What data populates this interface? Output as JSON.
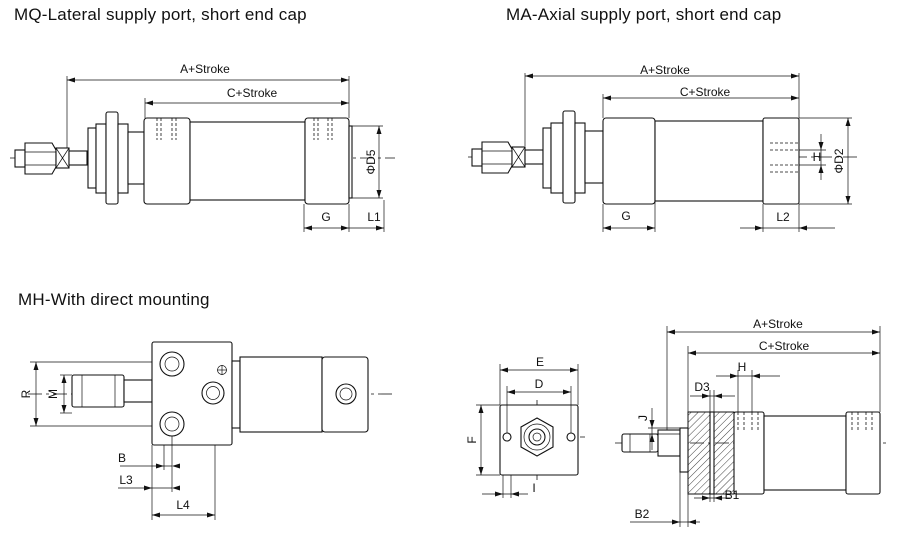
{
  "titles": {
    "mq": "MQ-Lateral supply port, short end cap",
    "ma": "MA-Axial supply port, short end cap",
    "mh": "MH-With direct mounting"
  },
  "labels": {
    "mq": {
      "a_stroke": "A+Stroke",
      "c_stroke": "C+Stroke",
      "d5": "ΦD5",
      "g": "G",
      "l1": "L1"
    },
    "ma": {
      "a_stroke": "A+Stroke",
      "c_stroke": "C+Stroke",
      "h": "H",
      "d2": "ΦD2",
      "g": "G",
      "l2": "L2"
    },
    "mh": {
      "r": "R",
      "m": "M",
      "b": "B",
      "l3": "L3",
      "l4": "L4"
    },
    "flange": {
      "e": "E",
      "d": "D",
      "f": "F",
      "i": "I"
    },
    "section": {
      "a_stroke": "A+Stroke",
      "c_stroke": "C+Stroke",
      "h": "H",
      "d3": "D3",
      "j": "J",
      "b1": "B1",
      "b2": "B2"
    }
  }
}
